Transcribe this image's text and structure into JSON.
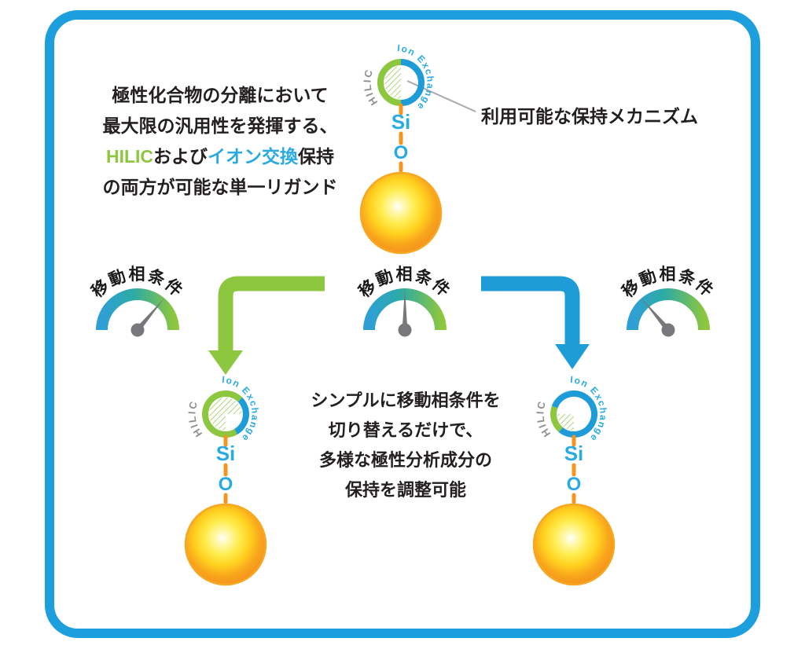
{
  "colors": {
    "frame_border": "#1D9FDE",
    "green": "#8DC63F",
    "blue": "#1E9CD8",
    "accent_blue_text": "#29ABE2",
    "orange_bond": "#F7941E",
    "sphere_gold": "#FDB913",
    "gray_label": "#8D8F92",
    "needle_gray": "#77787B",
    "text_black": "#231F20"
  },
  "top_note": {
    "line1": "極性化合物の分離において",
    "line2": "最大限の汎用性を発揮する、",
    "line3_seg1": "HILIC",
    "line3_seg2": "および",
    "line3_seg3": "イオン交換",
    "line3_seg4": "保持",
    "line4": "の両方が可能な単一リガンド"
  },
  "callout": {
    "label": "利用可能な保持メカニズム"
  },
  "molecule": {
    "hilic_label": "HILIC",
    "ion_exchange_label": "Ion Exchange",
    "si_label": "Si",
    "o_label": "O",
    "variants": [
      {
        "position": "top",
        "mode": "hilic-and-ion-exchange-balanced"
      },
      {
        "position": "bottom-left",
        "mode": "hilic-dominant"
      },
      {
        "position": "bottom-right",
        "mode": "ion-exchange-dominant"
      }
    ]
  },
  "gauges": {
    "label": "移動相条件",
    "items": [
      {
        "position": "left",
        "needle_angle": 40
      },
      {
        "position": "center",
        "needle_angle": 0
      },
      {
        "position": "right",
        "needle_angle": -40
      }
    ]
  },
  "bottom_note": {
    "line1": "シンプルに移動相条件を",
    "line2": "切り替えるだけで、",
    "line3": "多様な極性分析成分の",
    "line4": "保持を調整可能"
  }
}
